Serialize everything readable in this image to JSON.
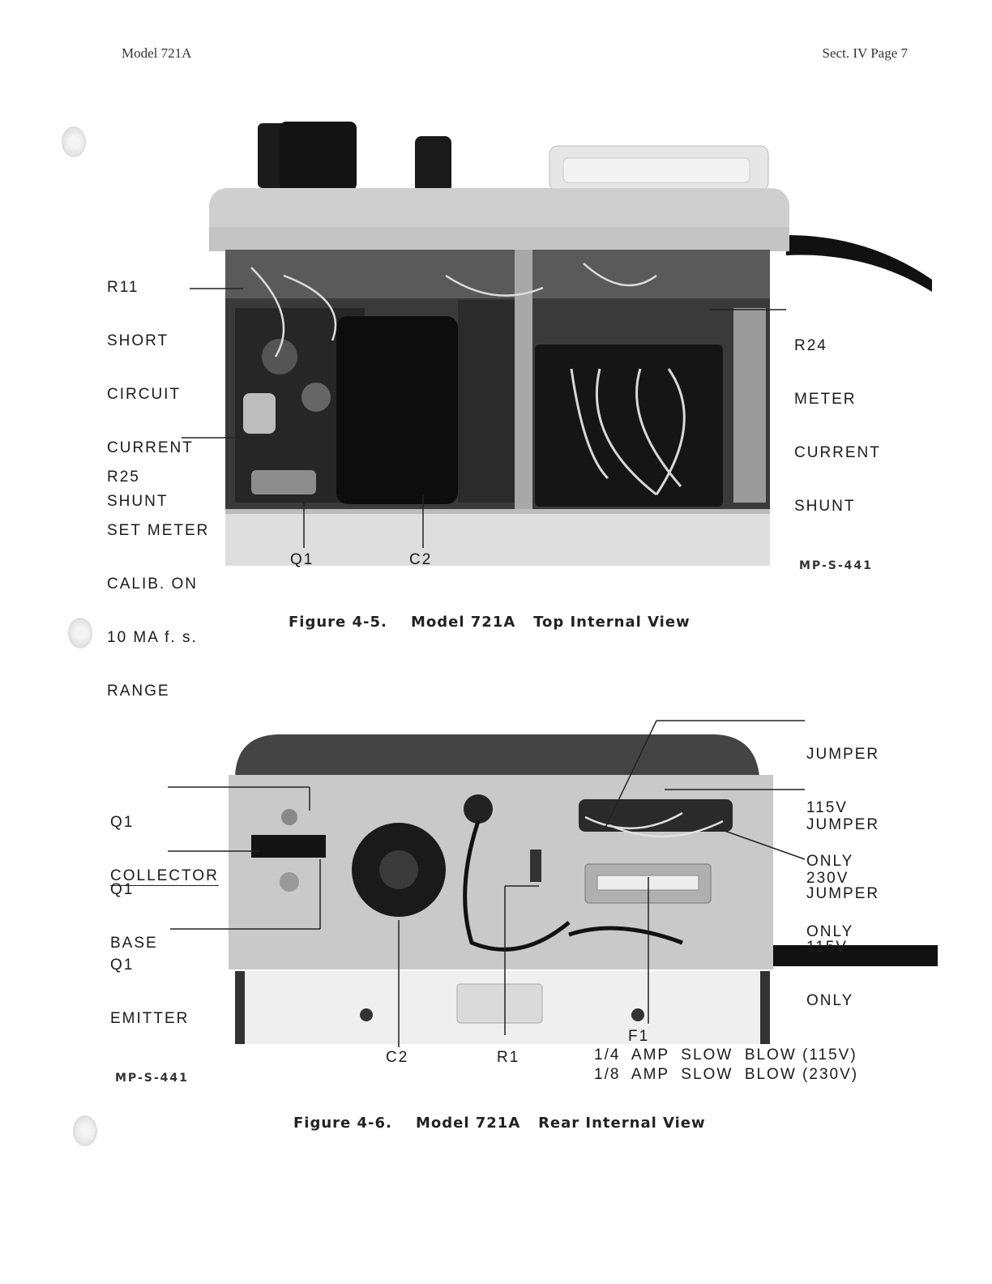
{
  "header": {
    "model": "Model 721A",
    "section_page": "Sect. IV  Page 7"
  },
  "figure1": {
    "caption_number": "Figure 4-5.",
    "caption_title": "Model 721A   Top Internal View",
    "photo_code": "MP-S-441",
    "labels": {
      "r11": [
        "R11",
        "SHORT",
        "CIRCUIT",
        "CURRENT",
        "SHUNT"
      ],
      "r24": [
        "R24",
        "METER",
        "CURRENT",
        "SHUNT"
      ],
      "r25": [
        "R25",
        "SET METER",
        "CALIB. ON",
        "10 MA f. s.",
        "RANGE"
      ],
      "q1": "Q1",
      "c2": "C2"
    }
  },
  "figure2": {
    "caption_number": "Figure 4-6.",
    "caption_title": "Model 721A   Rear Internal View",
    "photo_code": "MP-S-441",
    "labels": {
      "q1_collector": [
        "Q1",
        "COLLECTOR"
      ],
      "q1_base": [
        "Q1",
        "BASE"
      ],
      "q1_emitter": [
        "Q1",
        "EMITTER"
      ],
      "jumper1": [
        "JUMPER",
        "115V",
        "ONLY"
      ],
      "jumper2": [
        "JUMPER",
        "230V",
        "ONLY"
      ],
      "jumper3": [
        "JUMPER",
        "115V",
        "ONLY"
      ],
      "c2": "C2",
      "r1": "R1",
      "f1": "F1",
      "f1_line1": "1/4  AMP  SLOW  BLOW (115V)",
      "f1_line2": "1/8  AMP  SLOW  BLOW (230V)"
    }
  }
}
